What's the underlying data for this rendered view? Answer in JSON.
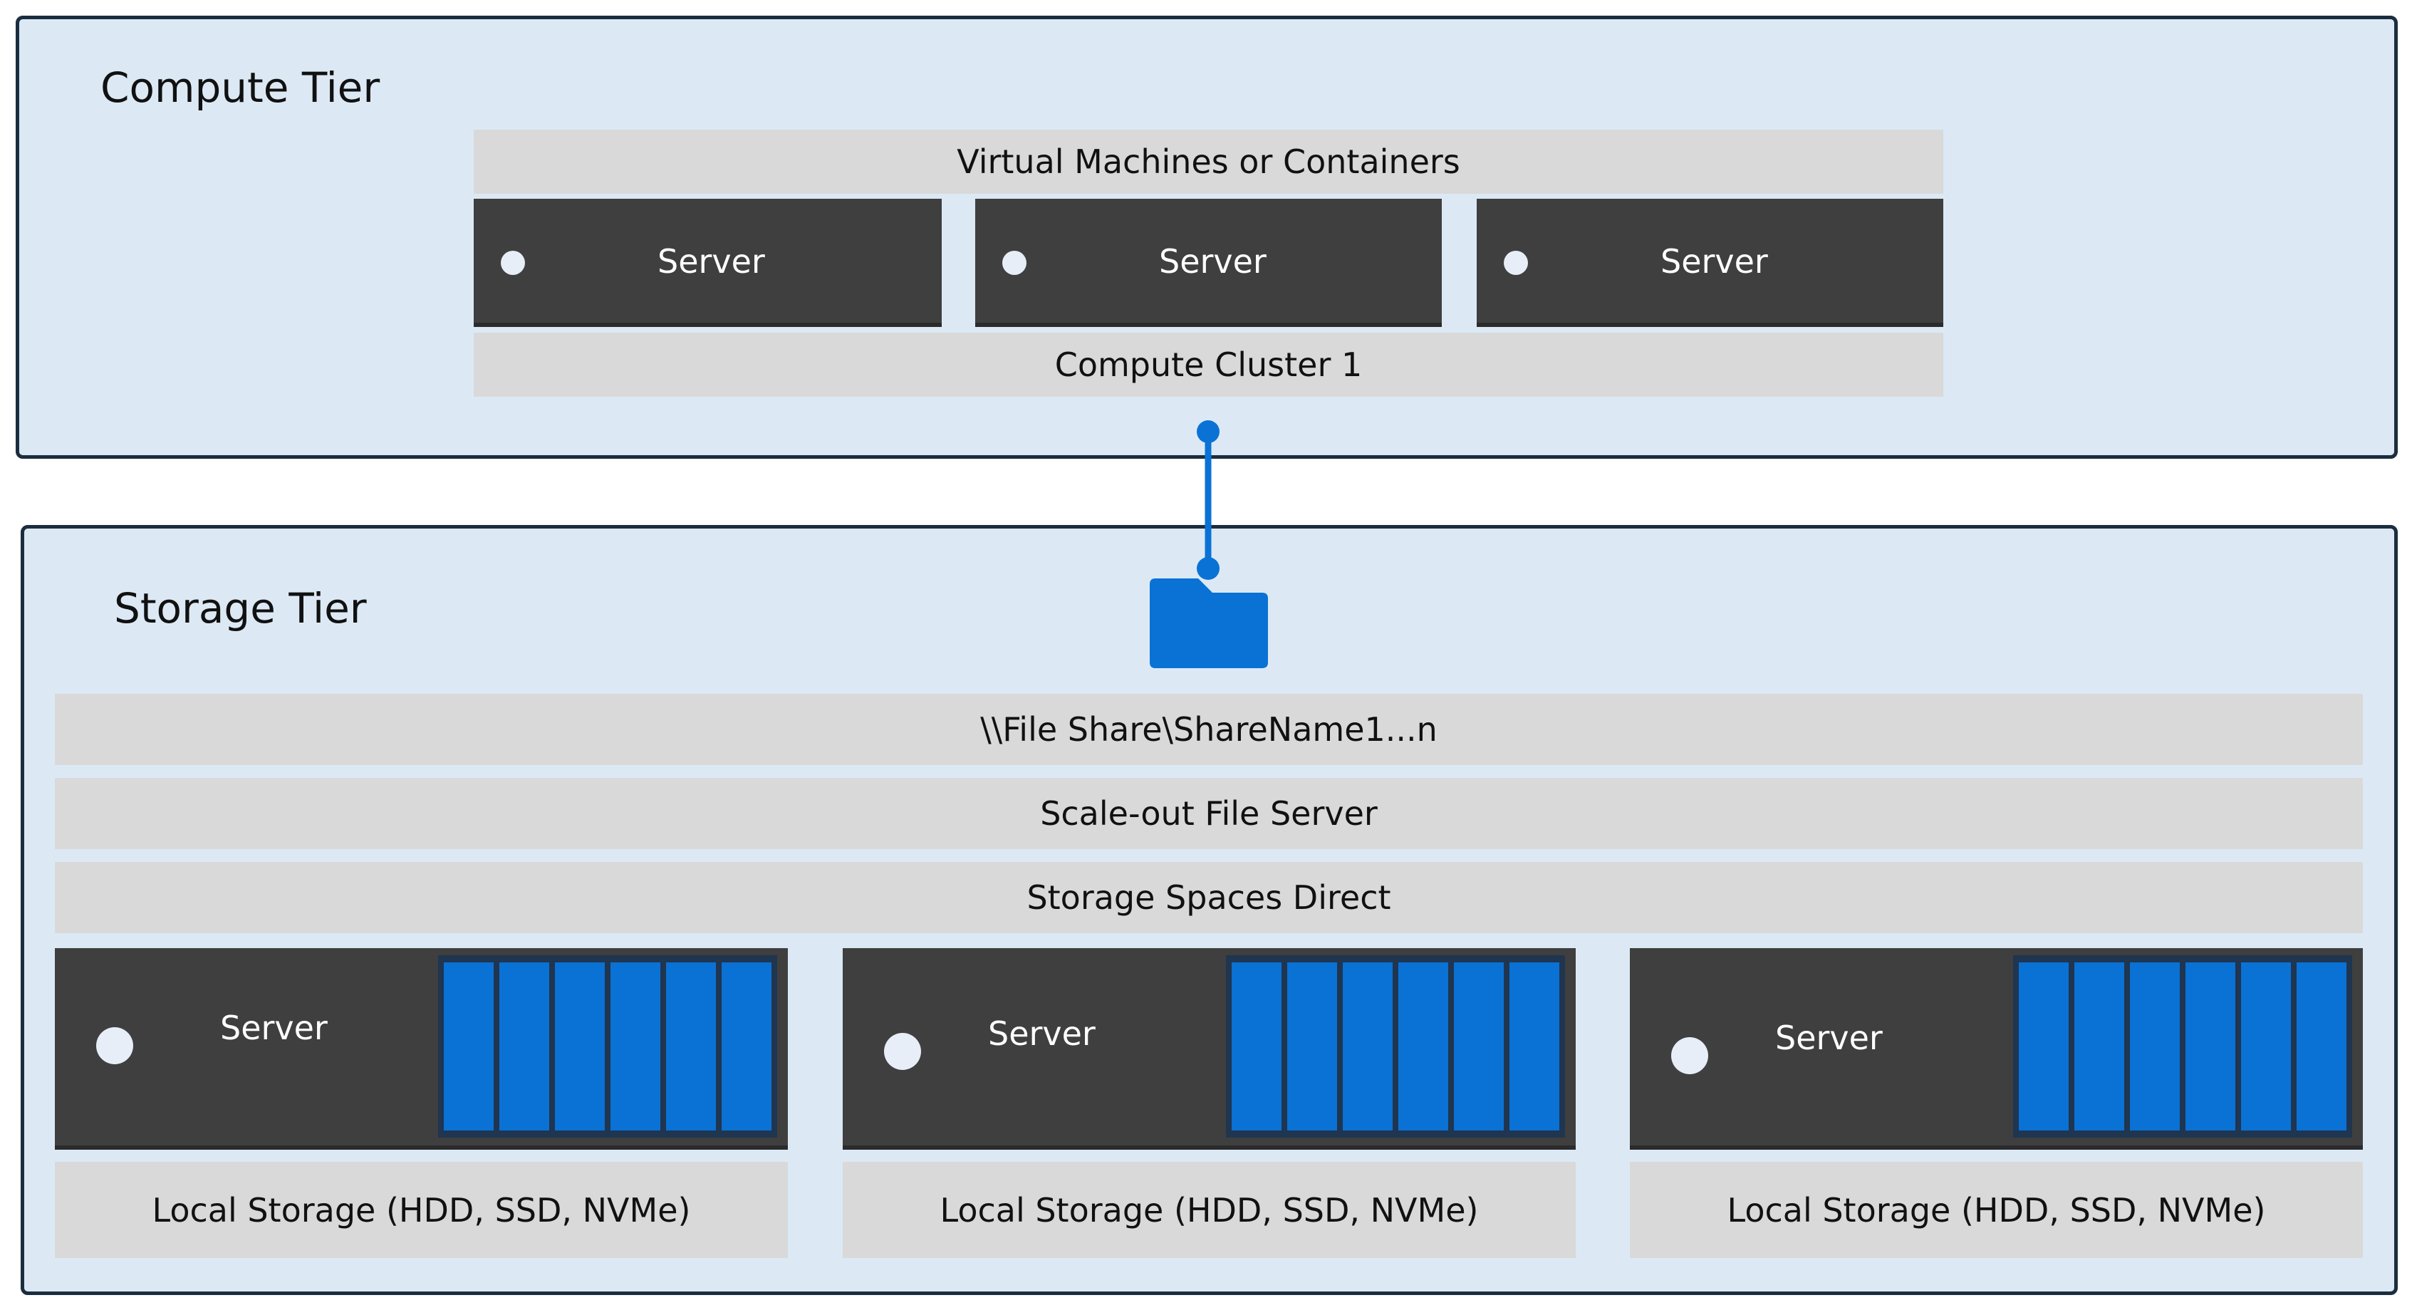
{
  "compute_tier": {
    "title": "Compute Tier",
    "vm_label": "Virtual Machines or Containers",
    "servers": [
      {
        "label": "Server"
      },
      {
        "label": "Server"
      },
      {
        "label": "Server"
      }
    ],
    "cluster_label": "Compute Cluster 1"
  },
  "storage_tier": {
    "title": "Storage Tier",
    "file_share_label": "\\\\File Share\\ShareName1...n",
    "sofs_label": "Scale-out File Server",
    "s2d_label": "Storage Spaces Direct",
    "servers": [
      {
        "label": "Server",
        "local_storage": "Local Storage (HDD, SSD, NVMe)"
      },
      {
        "label": "Server",
        "local_storage": "Local Storage (HDD, SSD, NVMe)"
      },
      {
        "label": "Server",
        "local_storage": "Local Storage (HDD, SSD, NVMe)"
      }
    ],
    "drives_per_server": 6
  },
  "icons": {
    "connector": "folder-icon"
  },
  "colors": {
    "tier_fill": "#dce9f5",
    "tier_border": "#1b2e3f",
    "band_fill": "#d9d9d9",
    "server_fill": "#3f3f3f",
    "drive_fill": "#0a72d4",
    "connector": "#0a72d4"
  }
}
